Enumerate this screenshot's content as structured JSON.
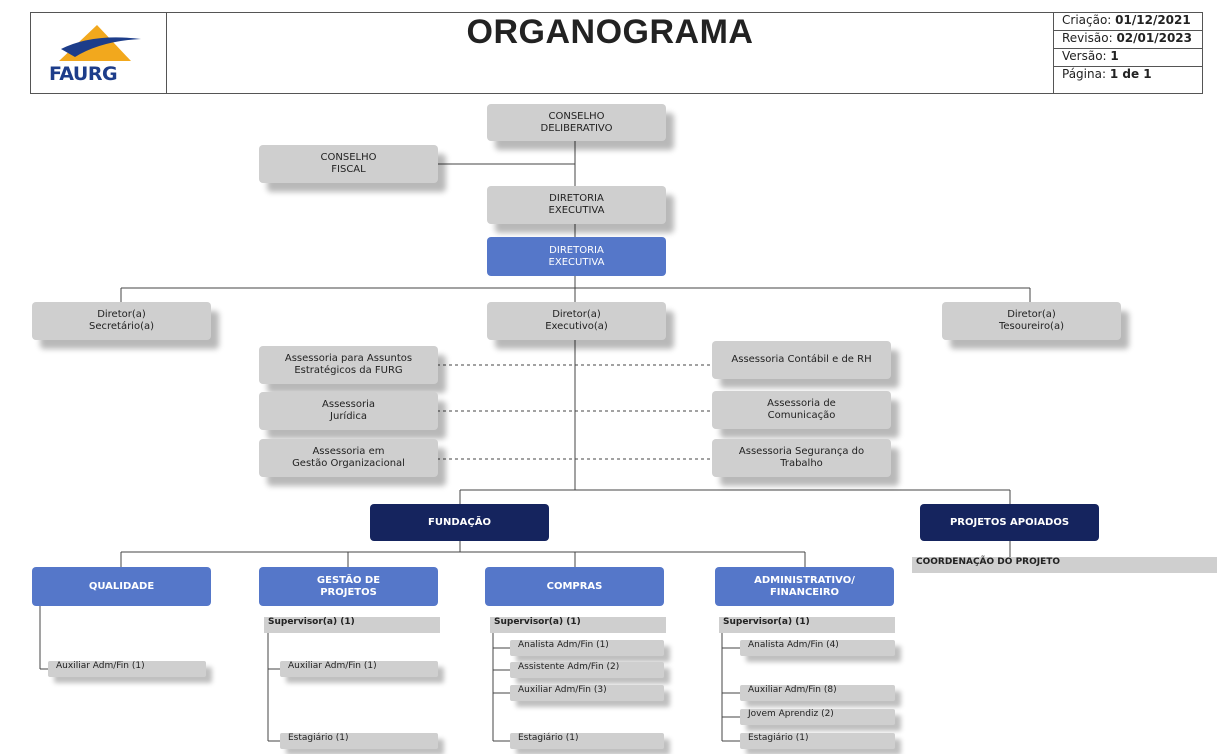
{
  "header": {
    "logo_text": "FAURG",
    "title": "ORGANOGRAMA",
    "criacao_label": "Criação:",
    "criacao_value": "01/12/2021",
    "revisao_label": "Revisão:",
    "revisao_value": "02/01/2023",
    "versao_label": "Versão:",
    "versao_value": "1",
    "pagina_label": "Página:",
    "pagina_value": "1 de 1"
  },
  "org": {
    "conselho_deliberativo": "CONSELHO\nDELIBERATIVO",
    "conselho_fiscal": "CONSELHO\nFISCAL",
    "diretoria_executiva_gray": "DIRETORIA\nEXECUTIVA",
    "diretoria_executiva_blue": "DIRETORIA\nEXECUTIVA",
    "diretor_secretario": "Diretor(a)\nSecretário(a)",
    "diretor_executivo": "Diretor(a)\nExecutivo(a)",
    "diretor_tesoureiro": "Diretor(a)\nTesoureiro(a)",
    "ass_estrategicos": "Assessoria para Assuntos\nEstratégicos da FURG",
    "ass_juridica": "Assessoria\nJurídica",
    "ass_gestao": "Assessoria em\nGestão Organizacional",
    "ass_contabil": "Assessoria Contábil e de RH",
    "ass_comunicacao": "Assessoria de\nComunicação",
    "ass_seguranca": "Assessoria Segurança do\nTrabalho",
    "fundacao": "FUNDAÇÃO",
    "projetos_apoiados": "PROJETOS APOIADOS",
    "coordenacao": "COORDENAÇÃO DO PROJETO",
    "qualidade": "QUALIDADE",
    "gestao_projetos": "GESTÃO DE\nPROJETOS",
    "compras": "COMPRAS",
    "administrativo": "ADMINISTRATIVO/\nFINANCEIRO"
  },
  "staff": {
    "qualidade": [
      "Auxiliar Adm/Fin (1)"
    ],
    "gestao_sup": "Supervisor(a) (1)",
    "gestao": [
      "Auxiliar Adm/Fin (1)",
      "Estagiário (1)"
    ],
    "compras_sup": "Supervisor(a) (1)",
    "compras": [
      "Analista Adm/Fin (1)",
      "Assistente Adm/Fin (2)",
      "Auxiliar Adm/Fin (3)",
      "Estagiário (1)"
    ],
    "admin_sup": "Supervisor(a) (1)",
    "admin": [
      "Analista Adm/Fin (4)",
      "Auxiliar Adm/Fin (8)",
      "Jovem Aprendiz  (2)",
      "Estagiário (1)"
    ]
  },
  "colors": {
    "gray": "#cfcfcf",
    "blue": "#5577c9",
    "navy": "#15245e"
  }
}
